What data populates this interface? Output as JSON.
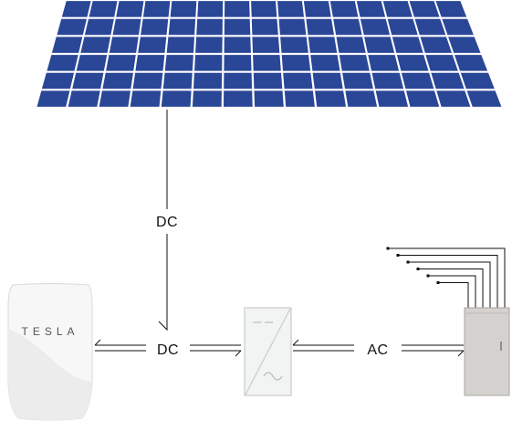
{
  "diagram": {
    "labels": {
      "dc_vertical": "DC",
      "dc_horizontal": "DC",
      "ac": "AC"
    },
    "battery": {
      "brand": "TESLA"
    },
    "colors": {
      "panel_cell": "#2a4797",
      "panel_gap": "#ffffff",
      "battery_body": "#f6f6f6",
      "battery_shade": "#ebebeb",
      "inverter_fill": "#f1f4f2",
      "inverter_stroke": "#c9cfcb",
      "box_fill": "#d3d0cd",
      "box_stroke": "#a7a4a1",
      "wire": "#111111"
    }
  }
}
